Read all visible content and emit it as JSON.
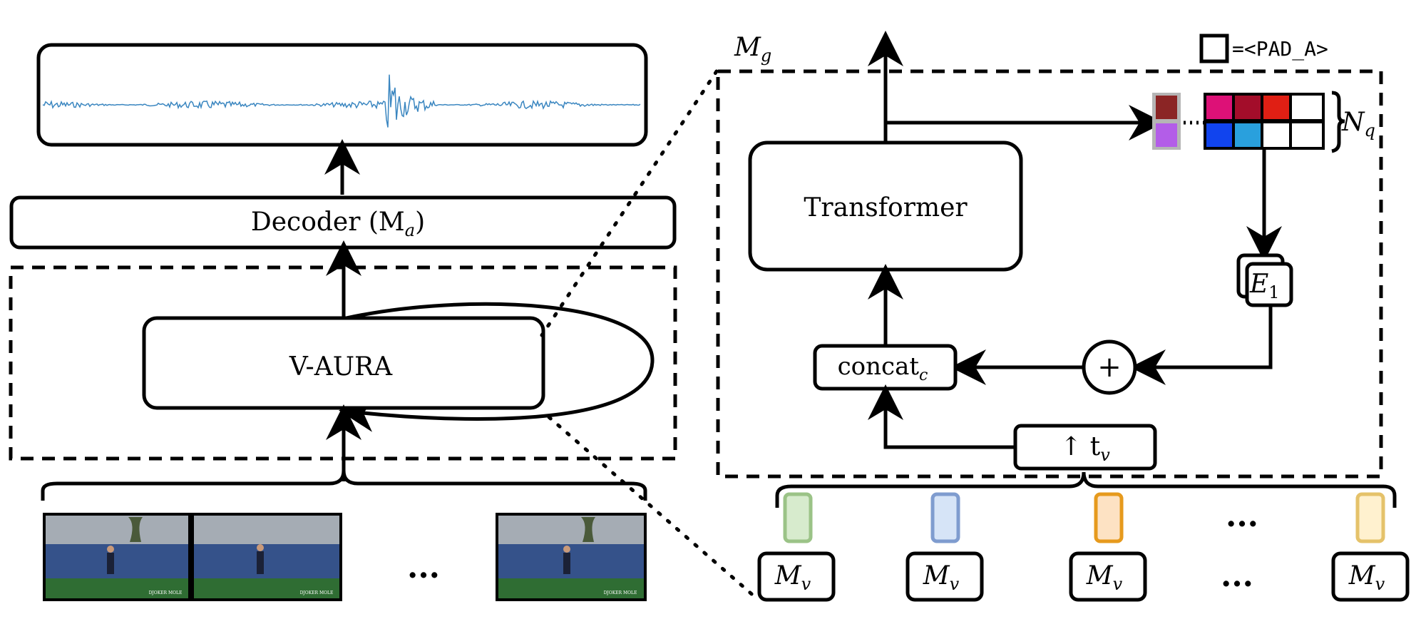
{
  "left_panel": {
    "decoder_label": "Decoder (M",
    "decoder_sub": "a",
    "decoder_close": ")",
    "vaura_label": "V-AURA",
    "frames_ellipsis": "...",
    "frame_caption": "DJOKER MOLE"
  },
  "right_panel": {
    "mg_label": "M",
    "mg_sub": "g",
    "transformer_label": "Transformer",
    "concat_label": "concat",
    "concat_sub": "c",
    "plus_symbol": "+",
    "upsample_label": "↑ t",
    "upsample_sub": "v",
    "embedding_label": "E",
    "embedding_sub": "1",
    "nq_label": "N",
    "nq_sub": "q",
    "pad_legend": "=<PAD_A>",
    "mv_label": "M",
    "mv_sub": "v",
    "ellipsis": "..."
  },
  "colors": {
    "dashed_region_fill": "#efefef",
    "waveform": "#3a86c0",
    "token_top": [
      "#dd1177",
      "#a30d2a",
      "#e01f14"
    ],
    "token_bottom": [
      "#1144ee",
      "#29a0dd"
    ],
    "prompt_top": "#8b2525",
    "prompt_bottom": "#b35de8",
    "feature_green": "#9bc387",
    "feature_blue": "#7f9ccf",
    "feature_orange": "#e69a1d",
    "feature_yellow": "#e5c26a"
  }
}
